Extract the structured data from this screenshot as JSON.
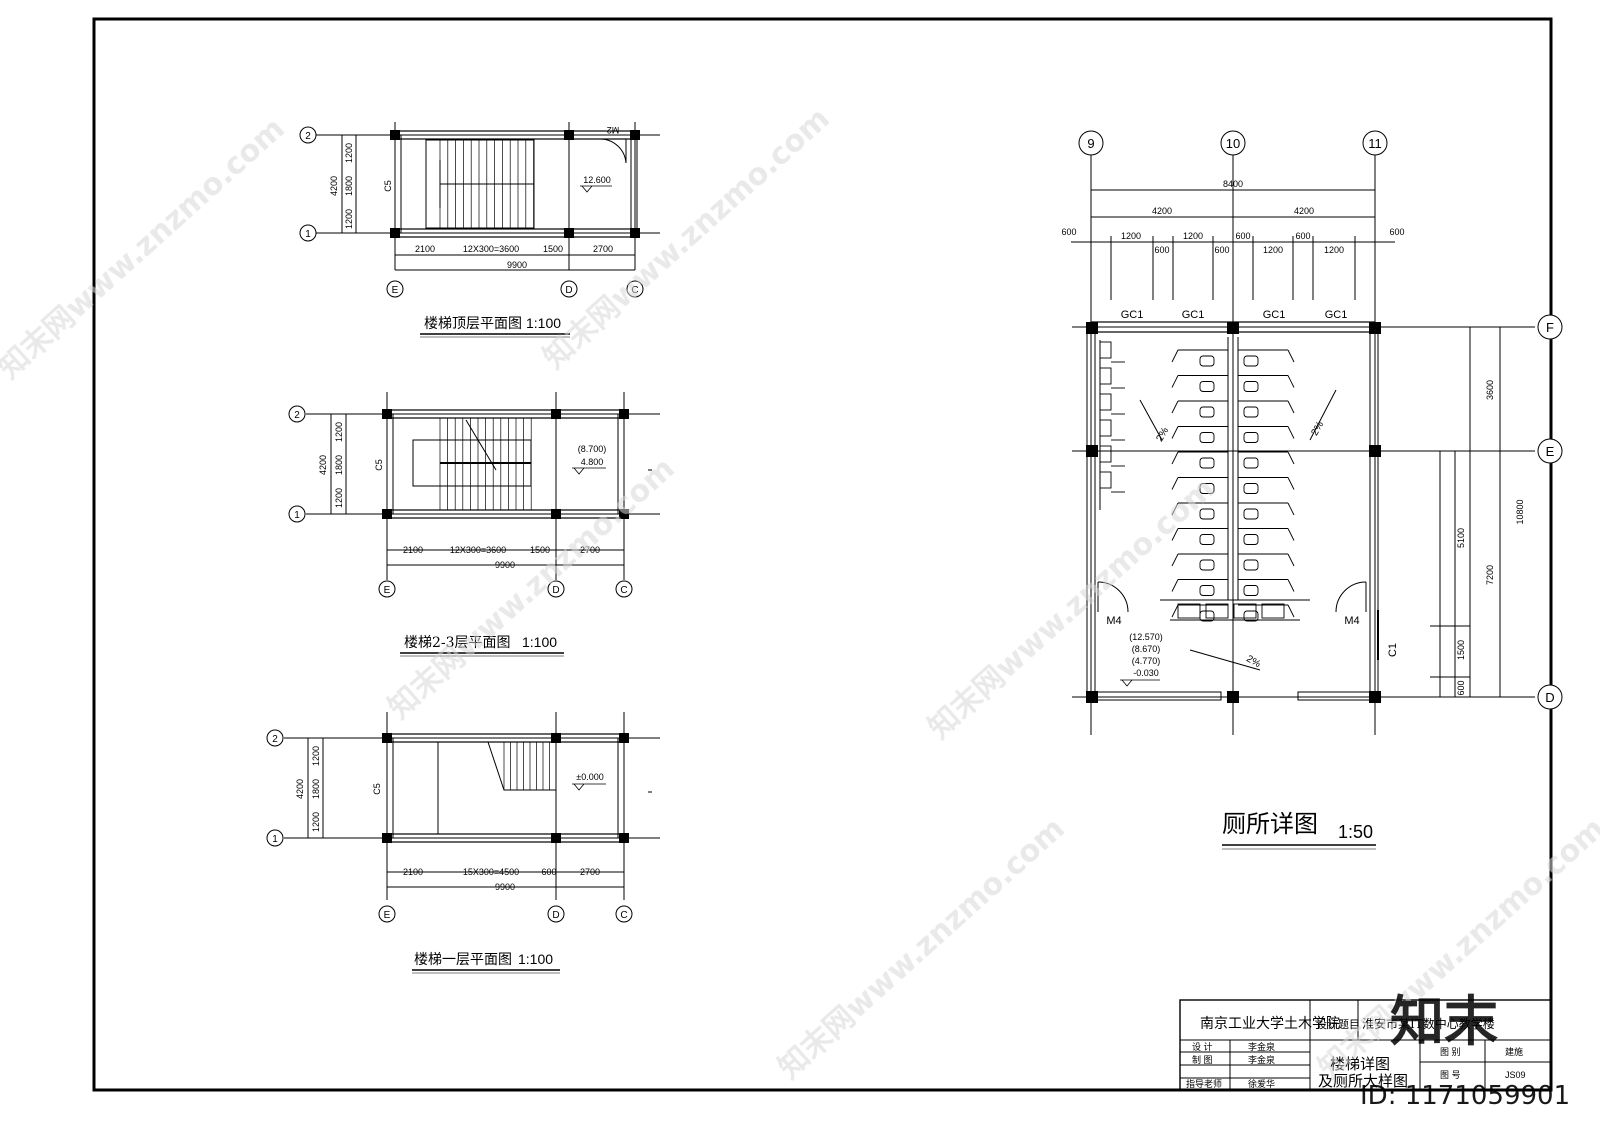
{
  "plans": {
    "top": {
      "title": "楼梯顶层平面图",
      "scale": "1:100",
      "axes_row": [
        "2",
        "1"
      ],
      "axes_col": [
        "E",
        "D",
        "C"
      ],
      "dims_bottom": [
        "2100",
        "12X300=3600",
        "1500",
        "2700"
      ],
      "total": "9900",
      "dims_left": [
        "1200",
        "1800",
        "1200"
      ],
      "total_left": "4200",
      "window": "C5",
      "door": "M2",
      "elevation": "12.600"
    },
    "mid": {
      "title": "楼梯2-3层平面图",
      "scale": "1:100",
      "axes_row": [
        "2",
        "1"
      ],
      "axes_col": [
        "E",
        "D",
        "C"
      ],
      "dims_bottom": [
        "2100",
        "12X300=3600",
        "1500",
        "2700"
      ],
      "total": "9900",
      "dims_left": [
        "1200",
        "1800",
        "1200"
      ],
      "total_left": "4200",
      "window": "C5",
      "elevation_a": "(8.700)",
      "elevation_b": "4.800"
    },
    "ground": {
      "title": "楼梯一层平面图",
      "scale": "1:100",
      "axes_row": [
        "2",
        "1"
      ],
      "axes_col": [
        "E",
        "D",
        "C"
      ],
      "dims_bottom": [
        "2100",
        "15X300=4500",
        "600",
        "2700"
      ],
      "total": "9900",
      "dims_left": [
        "1200",
        "1800",
        "1200"
      ],
      "total_left": "4200",
      "window": "C5",
      "elevation": "±0.000"
    }
  },
  "toilet": {
    "title": "厕所详图",
    "scale": "1:50",
    "axes_top": [
      "9",
      "10",
      "11"
    ],
    "axes_right": [
      "F",
      "E",
      "D"
    ],
    "dim_total": "8400",
    "dim_half_a": "4200",
    "dim_half_b": "4200",
    "dim_edge_left": "600",
    "dim_edge_right": "600",
    "dim_row3": [
      "1200",
      "1200",
      "600",
      "1200",
      "1200"
    ],
    "dim_row3_small": [
      "600",
      "600",
      "600"
    ],
    "windows": [
      "GC1",
      "GC1",
      "GC1",
      "GC1"
    ],
    "doors": [
      "M4",
      "M4"
    ],
    "side_window": "C1",
    "slope": [
      "2%",
      "2%",
      "2%"
    ],
    "elevations": [
      "(12.570)",
      "(8.670)",
      "(4.770)",
      "-0.030"
    ],
    "dims_right_outer": [
      "3600",
      "10800"
    ],
    "dims_right_inner": [
      "5100",
      "7200",
      "1500",
      "600"
    ]
  },
  "title_block": {
    "school": "南京工业大学土木学院",
    "project_label": "设计题目",
    "project_name": "淮安市某IT数中心教学楼",
    "drawing_name_1": "楼梯详图",
    "drawing_name_2": "及厕所大样图",
    "rows": [
      {
        "label": "设 计",
        "name": "李金泉"
      },
      {
        "label": "制 图",
        "name": "李金泉"
      },
      {
        "label": "指导老师",
        "name": "徐爱华"
      }
    ],
    "cat_label": "图 别",
    "cat_value": "建施",
    "no_label": "图 号",
    "no_value": "JS09"
  },
  "watermarks": {
    "site": "知末网www.znzmo.com",
    "logo": "知末",
    "id": "ID: 1171059901"
  }
}
